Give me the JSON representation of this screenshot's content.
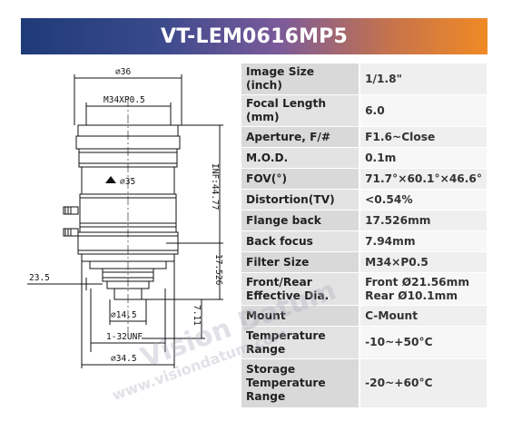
{
  "title": "VT-LEM0616MP5",
  "drawing": {
    "dims": {
      "d36": "⌀36",
      "thread": "M34XP0.5",
      "d35": "⌀35",
      "inf": "INF:44.77",
      "flange": "17.526",
      "left": "23.5",
      "d145": "⌀14.5",
      "h711": "7.11",
      "unf": "1-32UNF",
      "d345": "⌀34.5"
    }
  },
  "specs": [
    {
      "key": "Image Size (inch)",
      "value": "1/1.8\""
    },
    {
      "key": "Focal Length (mm)",
      "value": "6.0"
    },
    {
      "key": "Aperture, F/#",
      "value": "F1.6~Close"
    },
    {
      "key": "M.O.D.",
      "value": "0.1m"
    },
    {
      "key": "FOV(°)",
      "value": "71.7°×60.1°×46.6°"
    },
    {
      "key": "Distortion(TV)",
      "value": "<0.54%"
    },
    {
      "key": "Flange back",
      "value": "17.526mm"
    },
    {
      "key": "Back focus",
      "value": "7.94mm"
    },
    {
      "key": "Filter Size",
      "value": "M34×P0.5"
    },
    {
      "key": "Front/Rear Effective Dia.",
      "value": "Front Ø21.56mm Rear Ø10.1mm"
    },
    {
      "key": "Mount",
      "value": "C-Mount"
    },
    {
      "key": "Temperature Range",
      "value": "-10~+50°C"
    },
    {
      "key": "Storage Temperature Range",
      "value": "-20~+60°C"
    }
  ]
}
